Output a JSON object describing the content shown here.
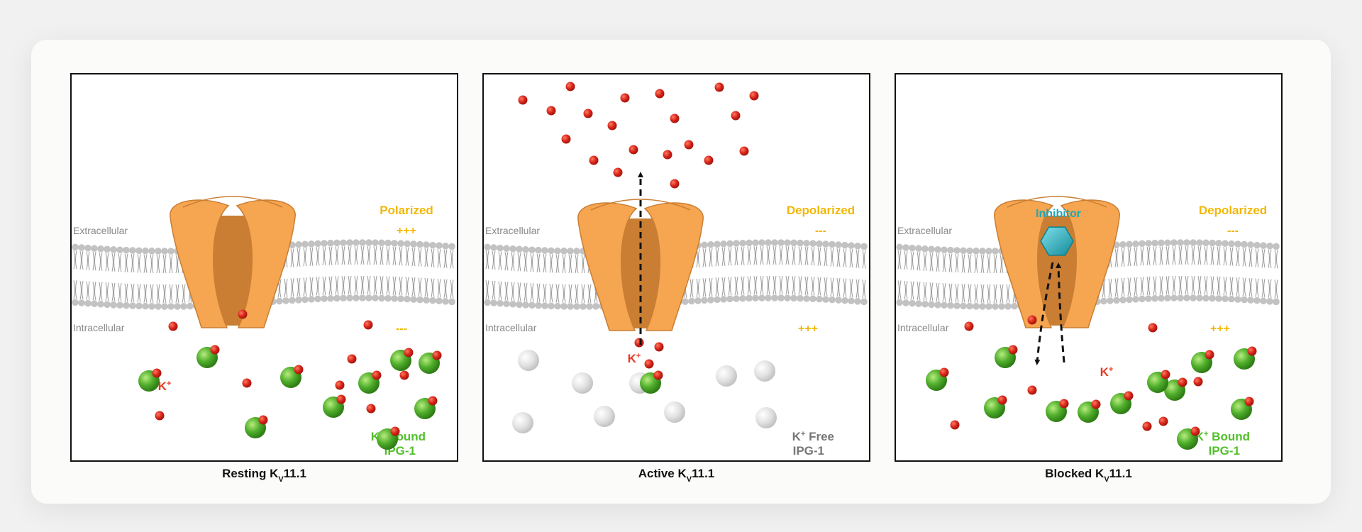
{
  "colors": {
    "channel": "#f6a551",
    "channel_dark": "#c97e33",
    "ion": "#d62418",
    "ipg_bound": "#4aa82a",
    "ipg_free": "#d9d9d9",
    "membrane": "#c2c2c2",
    "state_text": "#f2b705",
    "bound_text": "#52c02c",
    "free_text": "#777777",
    "inhibitor": "#1fa7b6",
    "ion_label": "#e53a24"
  },
  "panels": [
    {
      "caption_prefix": "Resting K",
      "caption_sub": "V",
      "caption_suffix": "11.1",
      "extracellular": "Extracellular",
      "intracellular": "Intracellular",
      "state": "Polarized",
      "charge_top": "+++",
      "charge_bottom": "---",
      "ion_label": "K",
      "ion_sup": "+",
      "indicator_line1_prefix": "K",
      "indicator_sup": "+",
      "indicator_line1_suffix": " Bound",
      "indicator_line2": "IPG-1",
      "indicator_state": "bound"
    },
    {
      "caption_prefix": "Active K",
      "caption_sub": "V",
      "caption_suffix": "11.1",
      "extracellular": "Extracellular",
      "intracellular": "Intracellular",
      "state": "Depolarized",
      "charge_top": "---",
      "charge_bottom": "+++",
      "ion_label": "K",
      "ion_sup": "+",
      "indicator_line1_prefix": "K",
      "indicator_sup": "+",
      "indicator_line1_suffix": " Free",
      "indicator_line2": "IPG-1",
      "indicator_state": "free"
    },
    {
      "caption_prefix": "Blocked K",
      "caption_sub": "V",
      "caption_suffix": "11.1",
      "extracellular": "Extracellular",
      "intracellular": "Intracellular",
      "state": "Depolarized",
      "charge_top": "---",
      "charge_bottom": "+++",
      "ion_label": "K",
      "ion_sup": "+",
      "inhibitor": "Inhibitor",
      "indicator_line1_prefix": "K",
      "indicator_sup": "+",
      "indicator_line1_suffix": " Bound",
      "indicator_line2": "IPG-1",
      "indicator_state": "bound"
    }
  ]
}
